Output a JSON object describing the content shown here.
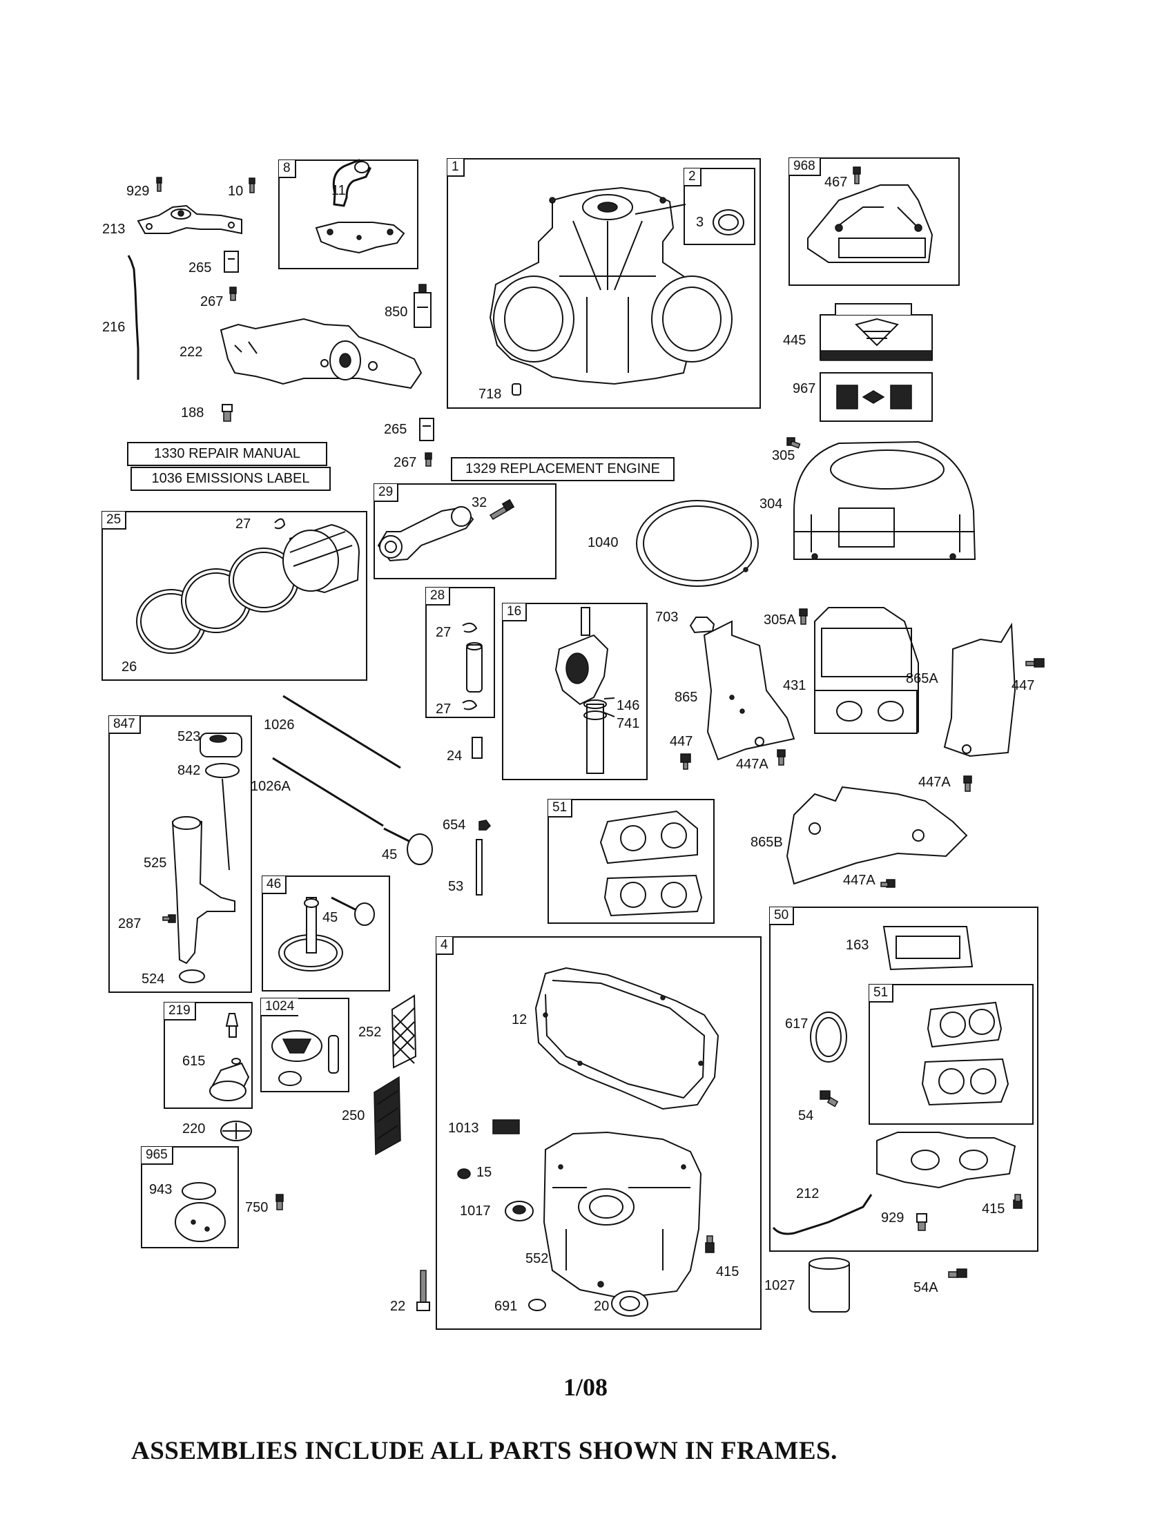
{
  "frames": [
    {
      "id": "8"
    },
    {
      "id": "1"
    },
    {
      "id": "2"
    },
    {
      "id": "968"
    },
    {
      "id": "29"
    },
    {
      "id": "25"
    },
    {
      "id": "28"
    },
    {
      "id": "16"
    },
    {
      "id": "847"
    },
    {
      "id": "51"
    },
    {
      "id": "46"
    },
    {
      "id": "4"
    },
    {
      "id": "50"
    },
    {
      "id": "51b",
      "label": "51"
    },
    {
      "id": "219"
    },
    {
      "id": "1024"
    },
    {
      "id": "965"
    }
  ],
  "boxed_labels": {
    "repair_manual": "1330 REPAIR MANUAL",
    "emissions_label": "1036 EMISSIONS LABEL",
    "replacement_engine": "1329 REPLACEMENT ENGINE"
  },
  "part_labels": [
    {
      "id": "p929a",
      "text": "929"
    },
    {
      "id": "p10",
      "text": "10"
    },
    {
      "id": "p213",
      "text": "213"
    },
    {
      "id": "p265a",
      "text": "265"
    },
    {
      "id": "p267a",
      "text": "267"
    },
    {
      "id": "p216",
      "text": "216"
    },
    {
      "id": "p222",
      "text": "222"
    },
    {
      "id": "p188",
      "text": "188"
    },
    {
      "id": "p11",
      "text": "11"
    },
    {
      "id": "p850",
      "text": "850"
    },
    {
      "id": "p265b",
      "text": "265"
    },
    {
      "id": "p267b",
      "text": "267"
    },
    {
      "id": "p3",
      "text": "3"
    },
    {
      "id": "p718",
      "text": "718"
    },
    {
      "id": "p467",
      "text": "467"
    },
    {
      "id": "p445",
      "text": "445"
    },
    {
      "id": "p967",
      "text": "967"
    },
    {
      "id": "p305",
      "text": "305"
    },
    {
      "id": "p304",
      "text": "304"
    },
    {
      "id": "p32",
      "text": "32"
    },
    {
      "id": "p1040",
      "text": "1040"
    },
    {
      "id": "p27a",
      "text": "27"
    },
    {
      "id": "p26",
      "text": "26"
    },
    {
      "id": "p27b",
      "text": "27"
    },
    {
      "id": "p27c",
      "text": "27"
    },
    {
      "id": "p146",
      "text": "146"
    },
    {
      "id": "p741",
      "text": "741"
    },
    {
      "id": "p703",
      "text": "703"
    },
    {
      "id": "p305A",
      "text": "305A"
    },
    {
      "id": "p431",
      "text": "431"
    },
    {
      "id": "p865A",
      "text": "865A"
    },
    {
      "id": "p447a",
      "text": "447"
    },
    {
      "id": "p865",
      "text": "865"
    },
    {
      "id": "p447b",
      "text": "447"
    },
    {
      "id": "p447Aa",
      "text": "447A"
    },
    {
      "id": "p447Ab",
      "text": "447A"
    },
    {
      "id": "p1026",
      "text": "1026"
    },
    {
      "id": "p1026A",
      "text": "1026A"
    },
    {
      "id": "p24",
      "text": "24"
    },
    {
      "id": "p523",
      "text": "523"
    },
    {
      "id": "p842",
      "text": "842"
    },
    {
      "id": "p525",
      "text": "525"
    },
    {
      "id": "p287",
      "text": "287"
    },
    {
      "id": "p524",
      "text": "524"
    },
    {
      "id": "p654",
      "text": "654"
    },
    {
      "id": "p45a",
      "text": "45"
    },
    {
      "id": "p53",
      "text": "53"
    },
    {
      "id": "p865B",
      "text": "865B"
    },
    {
      "id": "p447Ac",
      "text": "447A"
    },
    {
      "id": "p45b",
      "text": "45"
    },
    {
      "id": "p163",
      "text": "163"
    },
    {
      "id": "p12",
      "text": "12"
    },
    {
      "id": "p617",
      "text": "617"
    },
    {
      "id": "p252",
      "text": "252"
    },
    {
      "id": "p615",
      "text": "615"
    },
    {
      "id": "p54",
      "text": "54"
    },
    {
      "id": "p250",
      "text": "250"
    },
    {
      "id": "p220",
      "text": "220"
    },
    {
      "id": "p1013",
      "text": "1013"
    },
    {
      "id": "p15",
      "text": "15"
    },
    {
      "id": "p943",
      "text": "943"
    },
    {
      "id": "p750",
      "text": "750"
    },
    {
      "id": "p1017",
      "text": "1017"
    },
    {
      "id": "p212",
      "text": "212"
    },
    {
      "id": "p929b",
      "text": "929"
    },
    {
      "id": "p415a",
      "text": "415"
    },
    {
      "id": "p552",
      "text": "552"
    },
    {
      "id": "p415b",
      "text": "415"
    },
    {
      "id": "p1027",
      "text": "1027"
    },
    {
      "id": "p54A",
      "text": "54A"
    },
    {
      "id": "p22",
      "text": "22"
    },
    {
      "id": "p691",
      "text": "691"
    },
    {
      "id": "p20",
      "text": "20"
    }
  ],
  "page_number": "1/08",
  "footer_note": "ASSEMBLIES INCLUDE ALL PARTS SHOWN IN FRAMES."
}
